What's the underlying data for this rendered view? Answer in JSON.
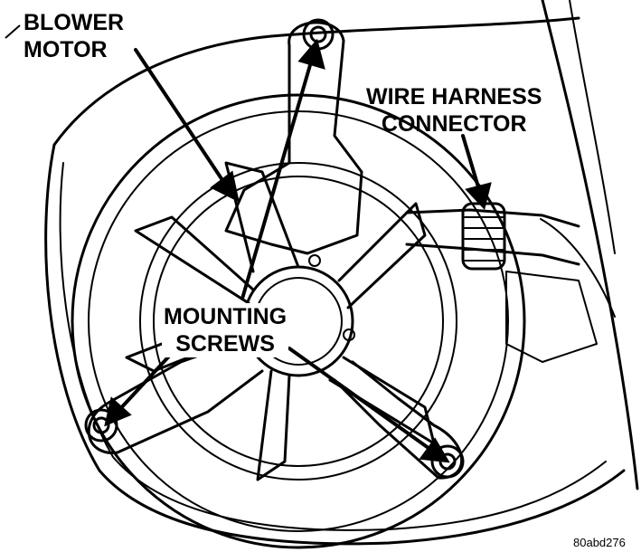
{
  "labels": {
    "blower_motor": [
      "BLOWER",
      "MOTOR"
    ],
    "wire_harness_connector": [
      "WIRE HARNESS",
      "CONNECTOR"
    ],
    "mounting_screws": [
      "MOUNTING",
      "SCREWS"
    ]
  },
  "figure_id": "80abd276"
}
